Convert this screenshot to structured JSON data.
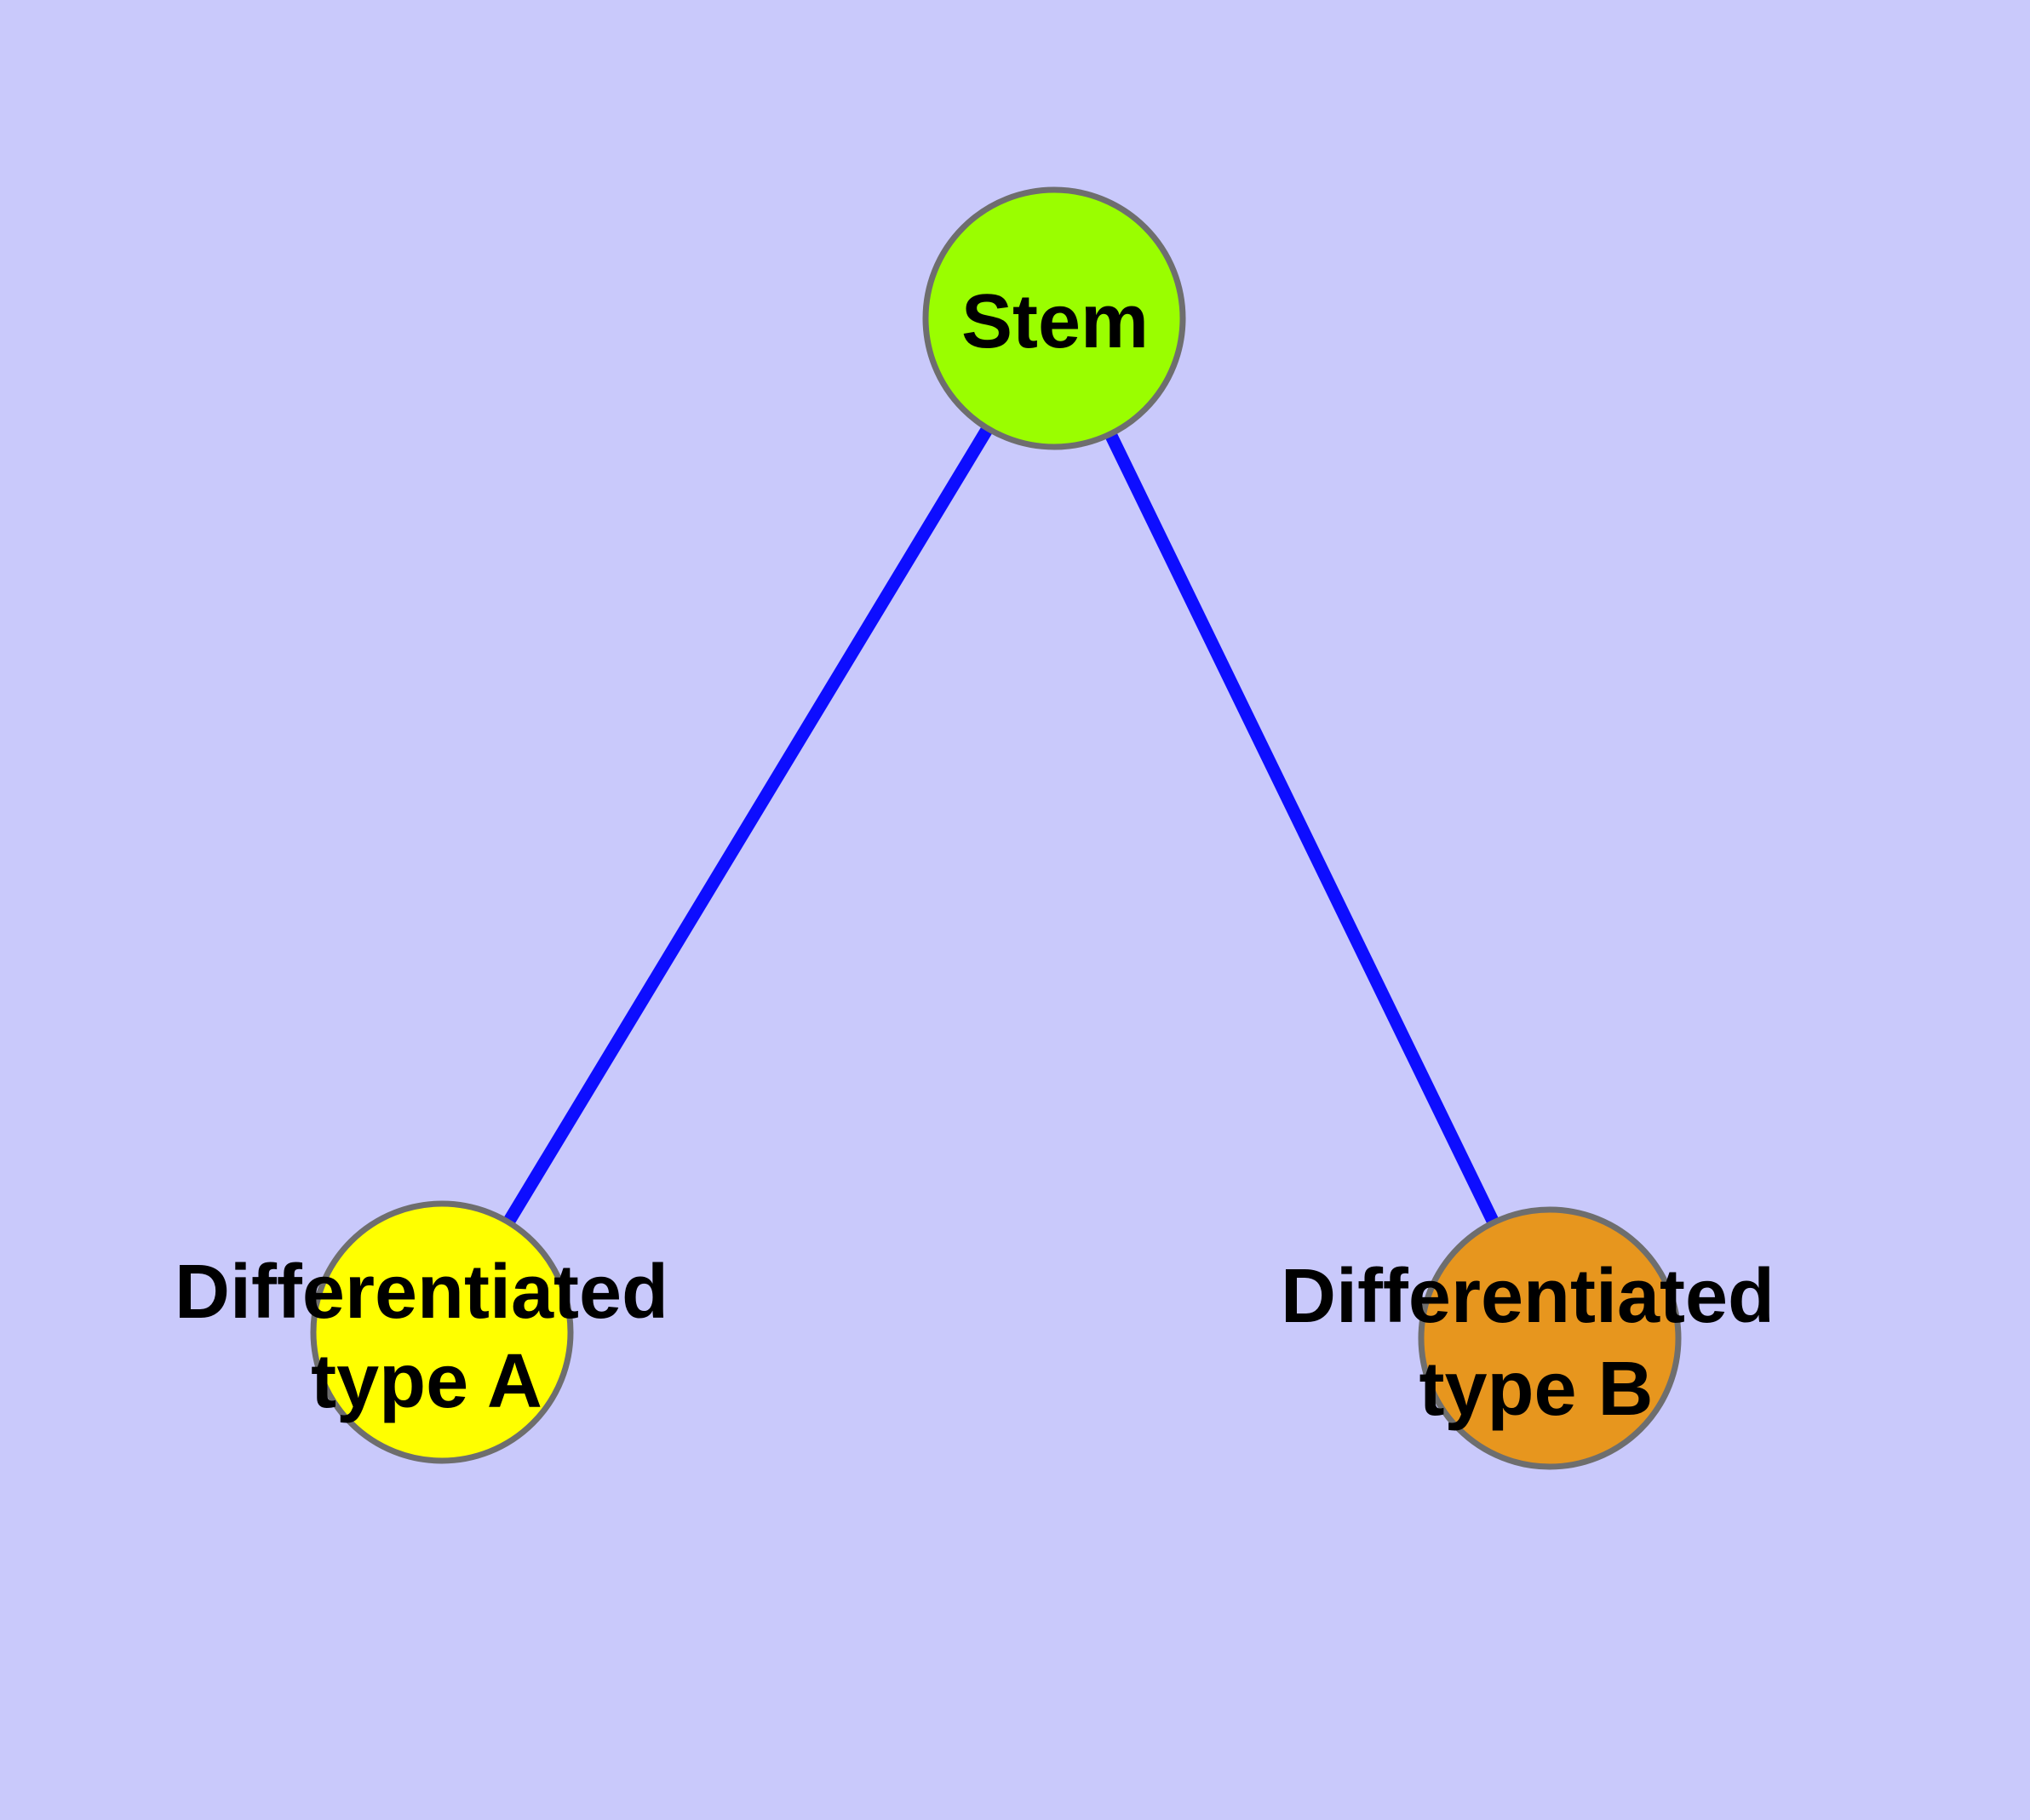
{
  "diagram": {
    "background_color": "#c9c9fb",
    "edge_color": "#0d0dff",
    "node_border_color": "#6e6e6e",
    "text_color": "#000000",
    "nodes": {
      "stem": {
        "label": "Stem",
        "fill": "#9afe00"
      },
      "type_a": {
        "label_line1": "Differentiated",
        "label_line2": "type A",
        "fill": "#ffff00"
      },
      "type_b": {
        "label_line1": "Differentiated",
        "label_line2": "type B",
        "fill": "#e7961e"
      }
    },
    "edges": [
      {
        "from": "Stem",
        "to": "Differentiated type A"
      },
      {
        "from": "Stem",
        "to": "Differentiated type B"
      }
    ]
  }
}
